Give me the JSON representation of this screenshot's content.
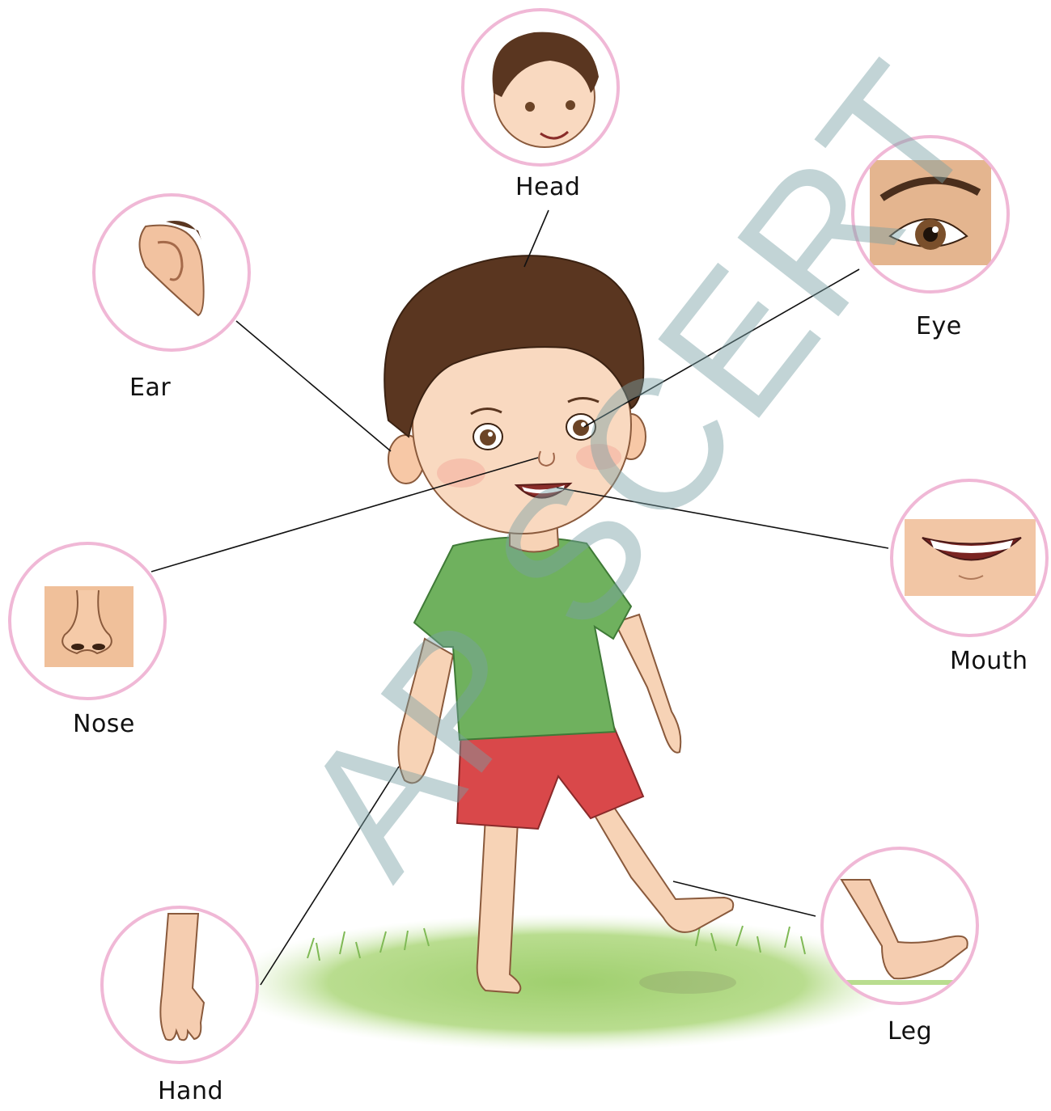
{
  "labels": {
    "head": "Head",
    "eye": "Eye",
    "ear": "Ear",
    "nose": "Nose",
    "mouth": "Mouth",
    "hand": "Hand",
    "leg": "Leg"
  },
  "watermark": "AP SCERT",
  "colors": {
    "circle_border": "#f0b8d6",
    "hair": "#5a3620",
    "skin": "#f7d3b6",
    "shirt": "#6fb15e",
    "shorts": "#d9484a",
    "grass": "#a9d27a",
    "pointer_line": "#111111"
  }
}
